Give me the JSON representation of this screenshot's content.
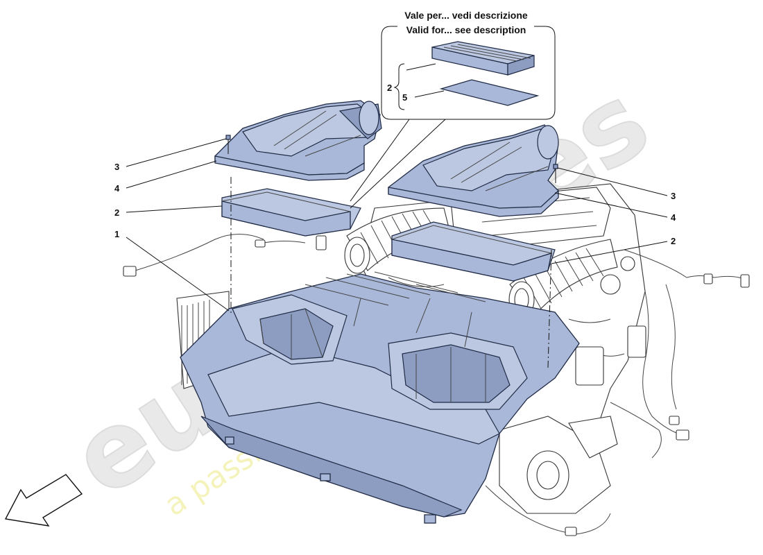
{
  "inset": {
    "title_it": "Vale per... vedi descrizione",
    "title_en": "Valid for... see description",
    "labels": [
      "2",
      "5"
    ]
  },
  "callouts": {
    "left": [
      "3",
      "4",
      "2",
      "1"
    ],
    "right": [
      "3",
      "4",
      "2"
    ]
  },
  "watermark": {
    "brand": "eurospares",
    "tagline": "a passion for parts since 1985"
  },
  "colors": {
    "part_fill": "#a9b8d8",
    "outline": "#1f2a44",
    "watermark_tag": "#f2f0a6"
  },
  "icons": {
    "direction": "arrow-icon"
  }
}
